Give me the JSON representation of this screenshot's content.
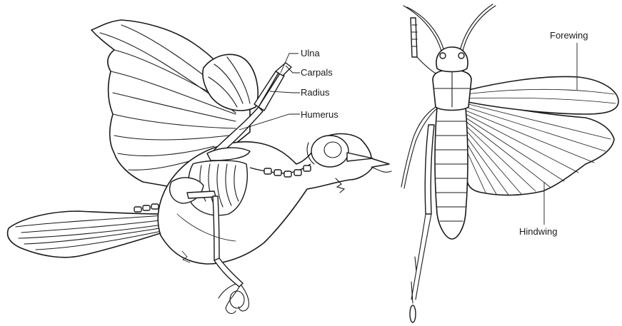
{
  "bird": {
    "labels": {
      "ulna": "Ulna",
      "carpals": "Carpals",
      "radius": "Radius",
      "humerus": "Humerus"
    }
  },
  "insect": {
    "labels": {
      "forewing": "Forewing",
      "hindwing": "Hindwing"
    }
  },
  "colors": {
    "ink": "#1a1a1a",
    "paper": "#ffffff"
  }
}
